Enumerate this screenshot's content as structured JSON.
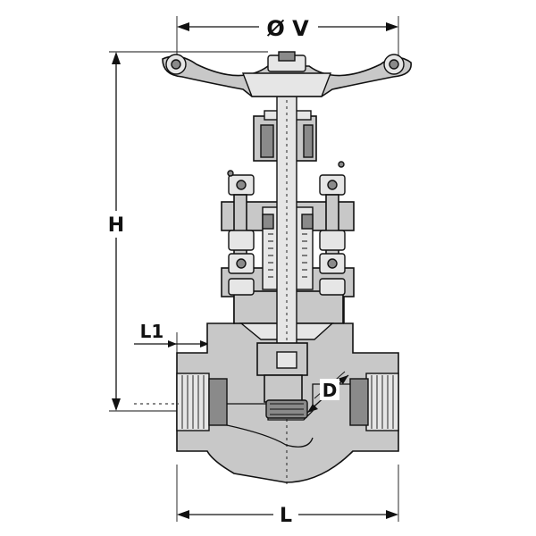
{
  "labels": {
    "handwheel_diameter": "Ø V",
    "height": "H",
    "socket_depth": "L1",
    "bore": "D",
    "length": "L"
  },
  "colors": {
    "metal": "#c8c8c8",
    "metal_dark": "#8a8a8a",
    "line": "#111111",
    "background": "#ffffff"
  }
}
